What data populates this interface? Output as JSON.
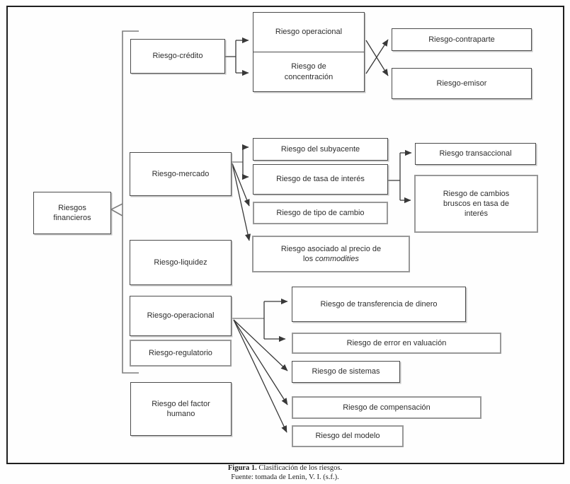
{
  "figure": {
    "caption_bold": "Figura 1.",
    "caption_text": "Clasificación de los riesgos.",
    "source": "Fuente: tomada de Lenin, V. I. (s.f.)."
  },
  "nodes": {
    "root": "Riesgos\nfinancieros",
    "credito": "Riesgo-crédito",
    "operacional_sub": "Riesgo operacional",
    "concentracion": "Riesgo de\nconcentración",
    "contraparte": "Riesgo-contraparte",
    "emisor": "Riesgo-emisor",
    "mercado": "Riesgo-mercado",
    "subyacente": "Riesgo del subyacente",
    "tasa_interes": "Riesgo de tasa de interés",
    "tipo_cambio": "Riesgo de tipo de cambio",
    "commodities": {
      "line1": "Riesgo asociado al precio de",
      "line2_prefix": "los ",
      "line2_italic": "commodities"
    },
    "transaccional": "Riesgo transaccional",
    "cambios_bruscos": "Riesgo de cambios\nbruscos en tasa de\ninterés",
    "liquidez": "Riesgo-liquidez",
    "operacional": "Riesgo-operacional",
    "transferencia": "Riesgo de transferencia de dinero",
    "error_valuacion": "Riesgo de error en valuación",
    "sistemas": "Riesgo de sistemas",
    "compensacion": "Riesgo de compensación",
    "modelo": "Riesgo del modelo",
    "regulatorio": "Riesgo-regulatorio",
    "factor_humano": "Riesgo del factor\nhumano"
  },
  "colors": {
    "line_dark": "#3c3c3c",
    "line_gray": "#858585",
    "border_dark": "#4c4c4c",
    "border_gray": "#989898",
    "text": "#2e2e2e",
    "background": "#ffffff"
  }
}
